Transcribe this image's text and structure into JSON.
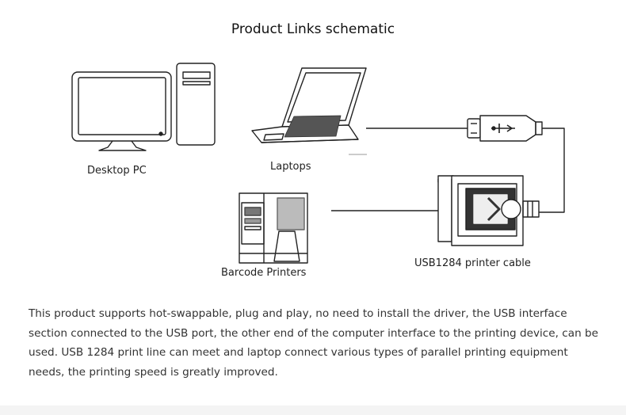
{
  "title": "Product Links schematic",
  "labels": {
    "desktop": "Desktop PC",
    "laptops": "Laptops",
    "printers": "Barcode Printers",
    "cable": "USB1284 printer cable"
  },
  "description": "This product supports hot-swappable, plug and play, no need to install the driver, the USB interface section connected to the USB port, the other end of the computer interface to the printing device, can be used. USB 1284 print line can meet and laptop connect various types of parallel printing equipment needs, the printing speed is greatly improved."
}
